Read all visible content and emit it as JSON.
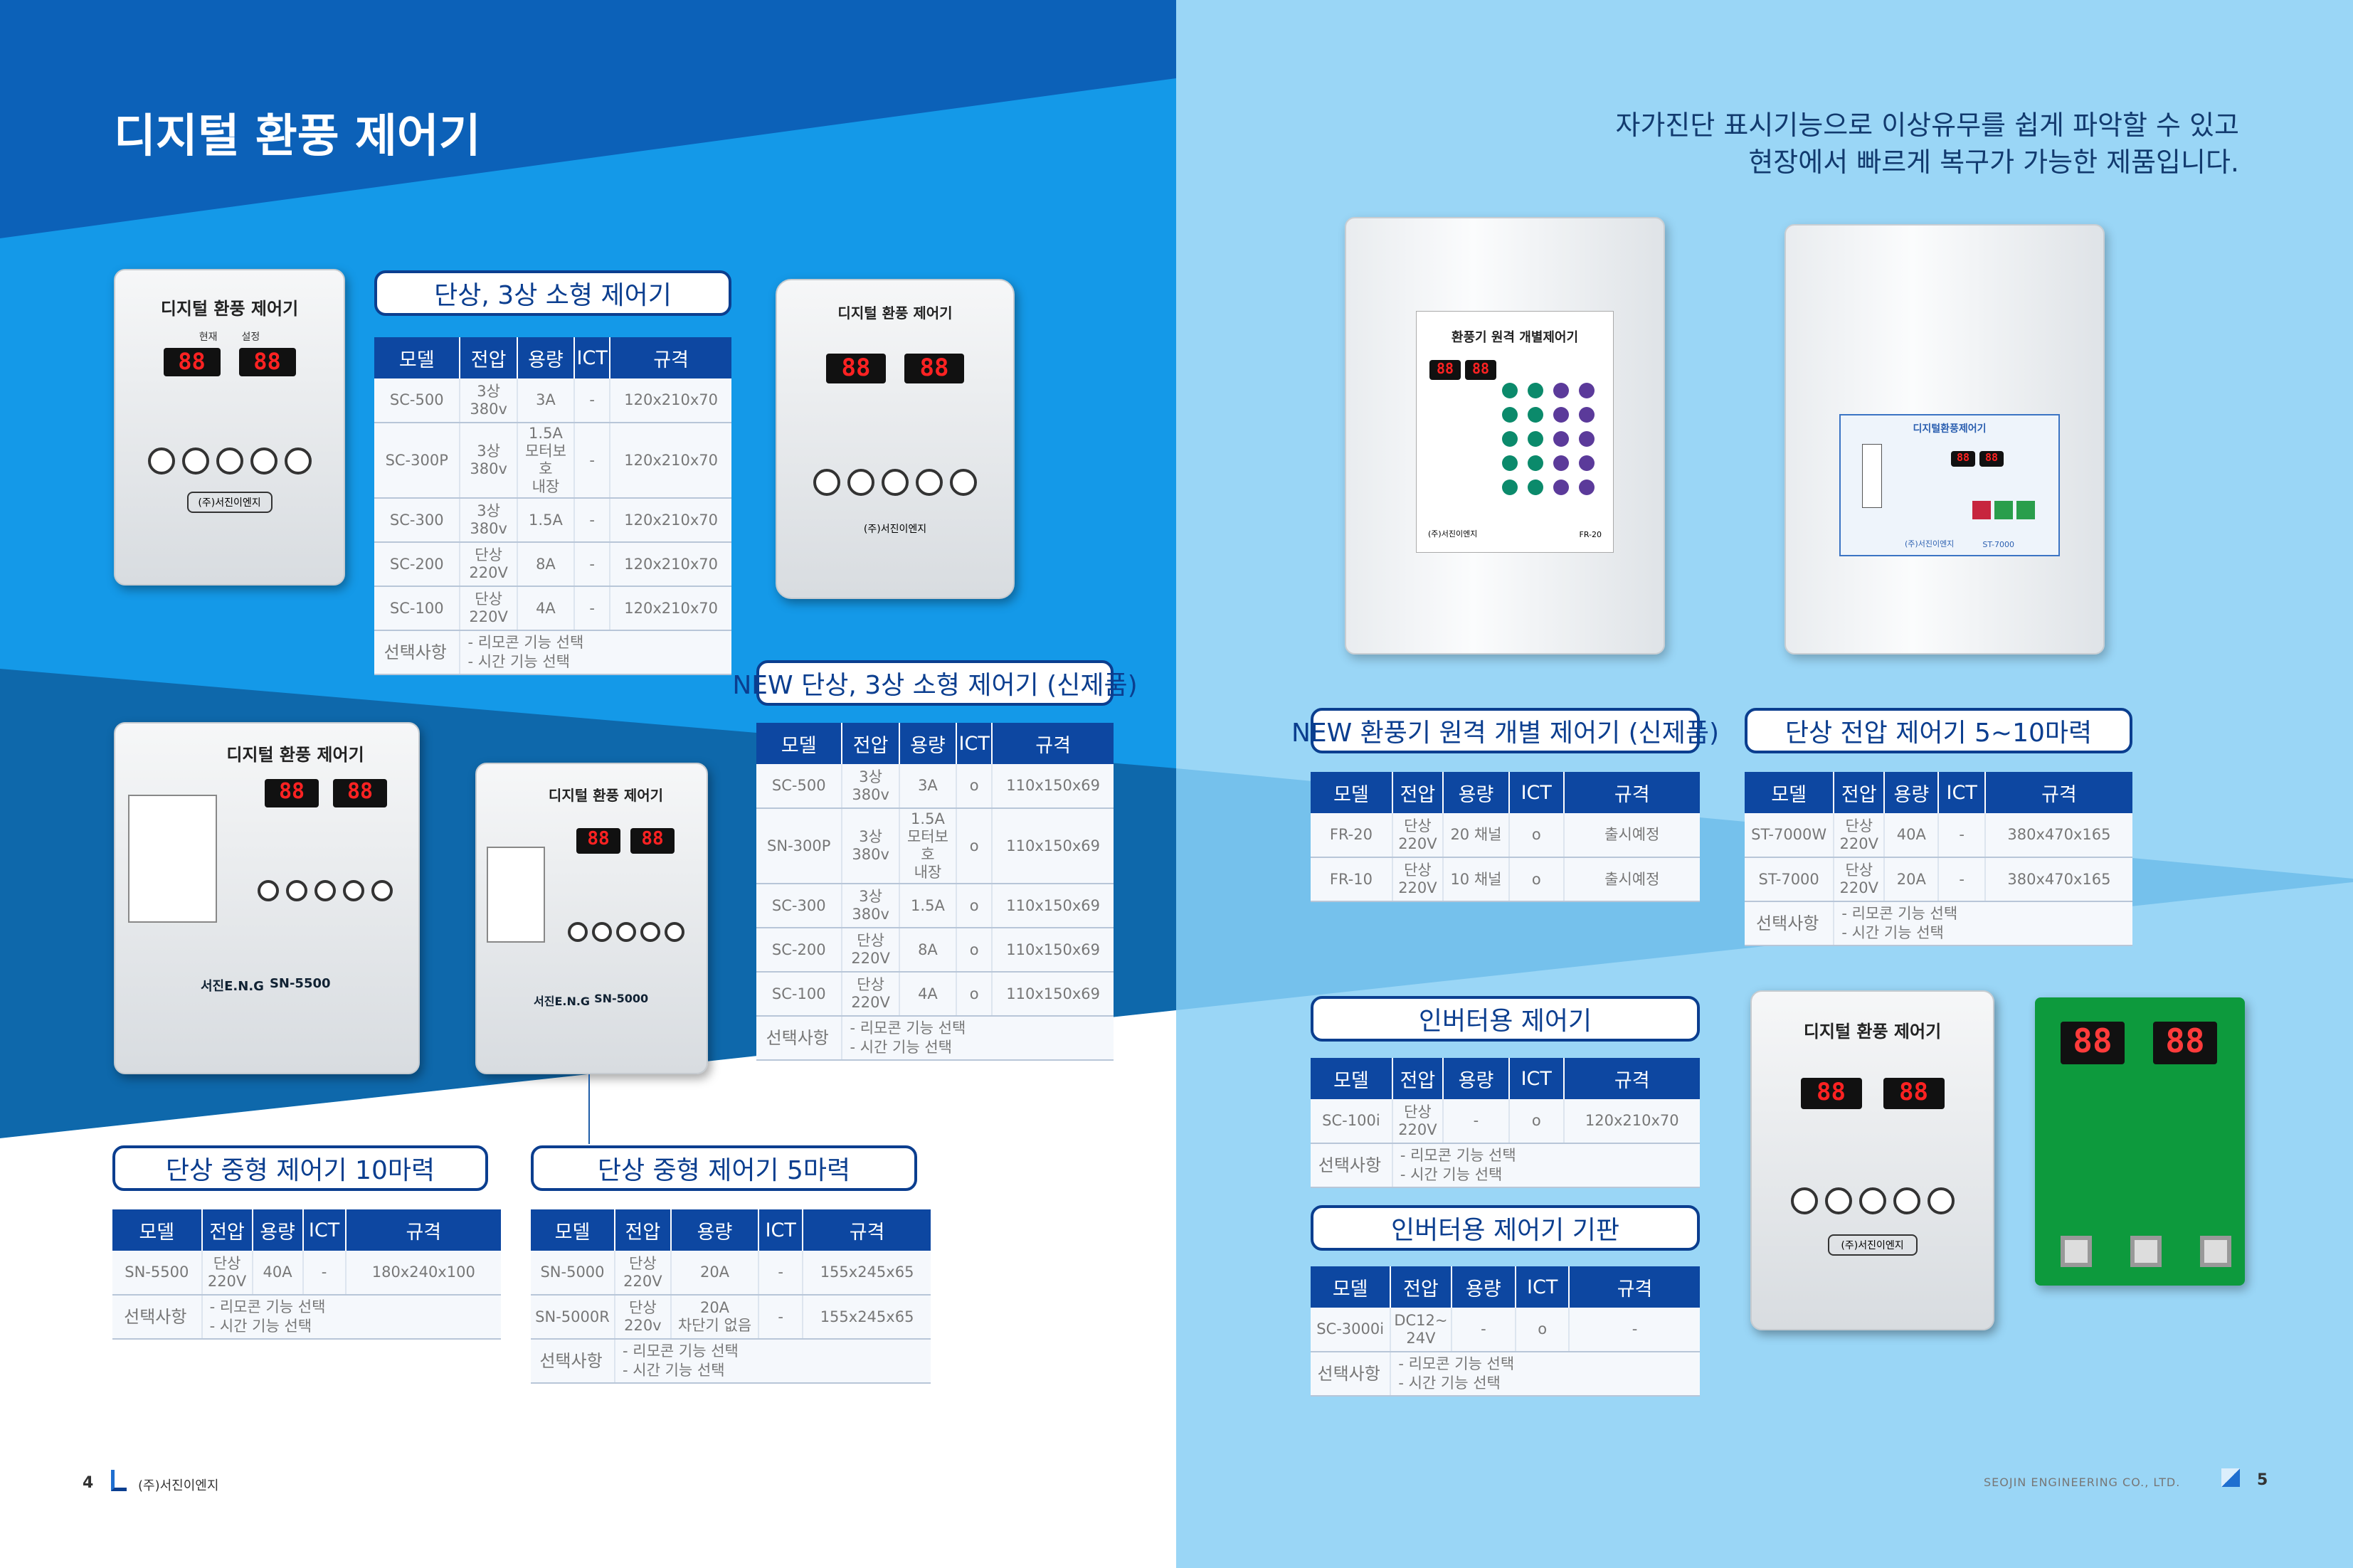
{
  "page_title": "디지털 환풍 제어기",
  "tagline": "자가진단 표시기능으로 이상유무를 쉽게 파악할 수 있고\n현장에서 빠르게 복구가 가능한 제품입니다.",
  "colors": {
    "dark_blue": "#0c61b8",
    "blue": "#1499e8",
    "light_blue": "#8fd1f6",
    "header": "#0d47a1",
    "title_border": "#0b3e8f"
  },
  "product_labels": {
    "panel_title": "디지털 환풍 제어기",
    "remote_title": "환풍기 원격 개별제어기",
    "st_title": "디지털환풍제어기",
    "brand_kr": "(주)서진이엔지",
    "brand_eng": "서진E.N.G",
    "model_sn5500": "SN-5500",
    "model_sn5000": "SN-5000",
    "model_fr20": "FR-20",
    "model_st7000": "ST-7000",
    "led_value": "88",
    "label_current": "현재",
    "label_setting": "설정"
  },
  "tables": [
    {
      "title": "단상, 3상 소형 제어기",
      "headers": [
        "모델",
        "전압",
        "용량",
        "ICT",
        "규격"
      ],
      "rows": [
        [
          "SC-500",
          "3상\n380v",
          "3A",
          "-",
          "120x210x70"
        ],
        [
          "SC-300P",
          "3상\n380v",
          "1.5A\n모터보호\n내장",
          "-",
          "120x210x70"
        ],
        [
          "SC-300",
          "3상\n380v",
          "1.5A",
          "-",
          "120x210x70"
        ],
        [
          "SC-200",
          "단상\n220V",
          "8A",
          "-",
          "120x210x70"
        ],
        [
          "SC-100",
          "단상\n220V",
          "4A",
          "-",
          "120x210x70"
        ]
      ],
      "option_label": "선택사항",
      "options": "- 리모콘 기능 선택\n- 시간 기능 선택"
    },
    {
      "title": "NEW 단상, 3상 소형 제어기 (신제품)",
      "headers": [
        "모델",
        "전압",
        "용량",
        "ICT",
        "규격"
      ],
      "rows": [
        [
          "SC-500",
          "3상\n380v",
          "3A",
          "o",
          "110x150x69"
        ],
        [
          "SN-300P",
          "3상\n380v",
          "1.5A\n모터보호\n내장",
          "o",
          "110x150x69"
        ],
        [
          "SC-300",
          "3상\n380v",
          "1.5A",
          "o",
          "110x150x69"
        ],
        [
          "SC-200",
          "단상\n220V",
          "8A",
          "o",
          "110x150x69"
        ],
        [
          "SC-100",
          "단상\n220V",
          "4A",
          "o",
          "110x150x69"
        ]
      ],
      "option_label": "선택사항",
      "options": "- 리모콘 기능 선택\n- 시간 기능 선택"
    },
    {
      "title": "단상 중형 제어기 10마력",
      "headers": [
        "모델",
        "전압",
        "용량",
        "ICT",
        "규격"
      ],
      "rows": [
        [
          "SN-5500",
          "단상\n220V",
          "40A",
          "-",
          "180x240x100"
        ]
      ],
      "option_label": "선택사항",
      "options": "- 리모콘 기능 선택\n- 시간 기능 선택"
    },
    {
      "title": "단상 중형 제어기 5마력",
      "headers": [
        "모델",
        "전압",
        "용량",
        "ICT",
        "규격"
      ],
      "rows": [
        [
          "SN-5000",
          "단상\n220V",
          "20A",
          "-",
          "155x245x65"
        ],
        [
          "SN-5000R",
          "단상\n220v",
          "20A\n차단기 없음",
          "-",
          "155x245x65"
        ]
      ],
      "option_label": "선택사항",
      "options": "- 리모콘 기능 선택\n- 시간 기능 선택"
    },
    {
      "title": "NEW 환풍기 원격 개별 제어기 (신제품)",
      "headers": [
        "모델",
        "전압",
        "용량",
        "ICT",
        "규격"
      ],
      "rows": [
        [
          "FR-20",
          "단상\n220V",
          "20 채널",
          "o",
          "출시예정"
        ],
        [
          "FR-10",
          "단상\n220V",
          "10 채널",
          "o",
          "출시예정"
        ]
      ]
    },
    {
      "title": "단상 전압  제어기 5~10마력",
      "headers": [
        "모델",
        "전압",
        "용량",
        "ICT",
        "규격"
      ],
      "rows": [
        [
          "ST-7000W",
          "단상\n220V",
          "40A",
          "-",
          "380x470x165"
        ],
        [
          "ST-7000",
          "단상\n220V",
          "20A",
          "-",
          "380x470x165"
        ]
      ],
      "option_label": "선택사항",
      "options": "- 리모콘 기능 선택\n- 시간 기능 선택"
    },
    {
      "title": "인버터용 제어기",
      "headers": [
        "모델",
        "전압",
        "용량",
        "ICT",
        "규격"
      ],
      "rows": [
        [
          "SC-100i",
          "단상\n220V",
          "-",
          "o",
          "120x210x70"
        ]
      ],
      "option_label": "선택사항",
      "options": "- 리모콘 기능 선택\n- 시간 기능 선택"
    },
    {
      "title": "인버터용 제어기 기판",
      "headers": [
        "모델",
        "전압",
        "용량",
        "ICT",
        "규격"
      ],
      "rows": [
        [
          "SC-3000i",
          "DC12~\n24V",
          "-",
          "o",
          "-"
        ]
      ],
      "option_label": "선택사항",
      "options": "- 리모콘 기능 선택\n- 시간 기능 선택"
    }
  ],
  "footer": {
    "page_left": "4",
    "company_kr": "(주)서진이엔지",
    "company_en": "SEOJIN ENGINEERING CO., LTD.",
    "page_right": "5"
  }
}
